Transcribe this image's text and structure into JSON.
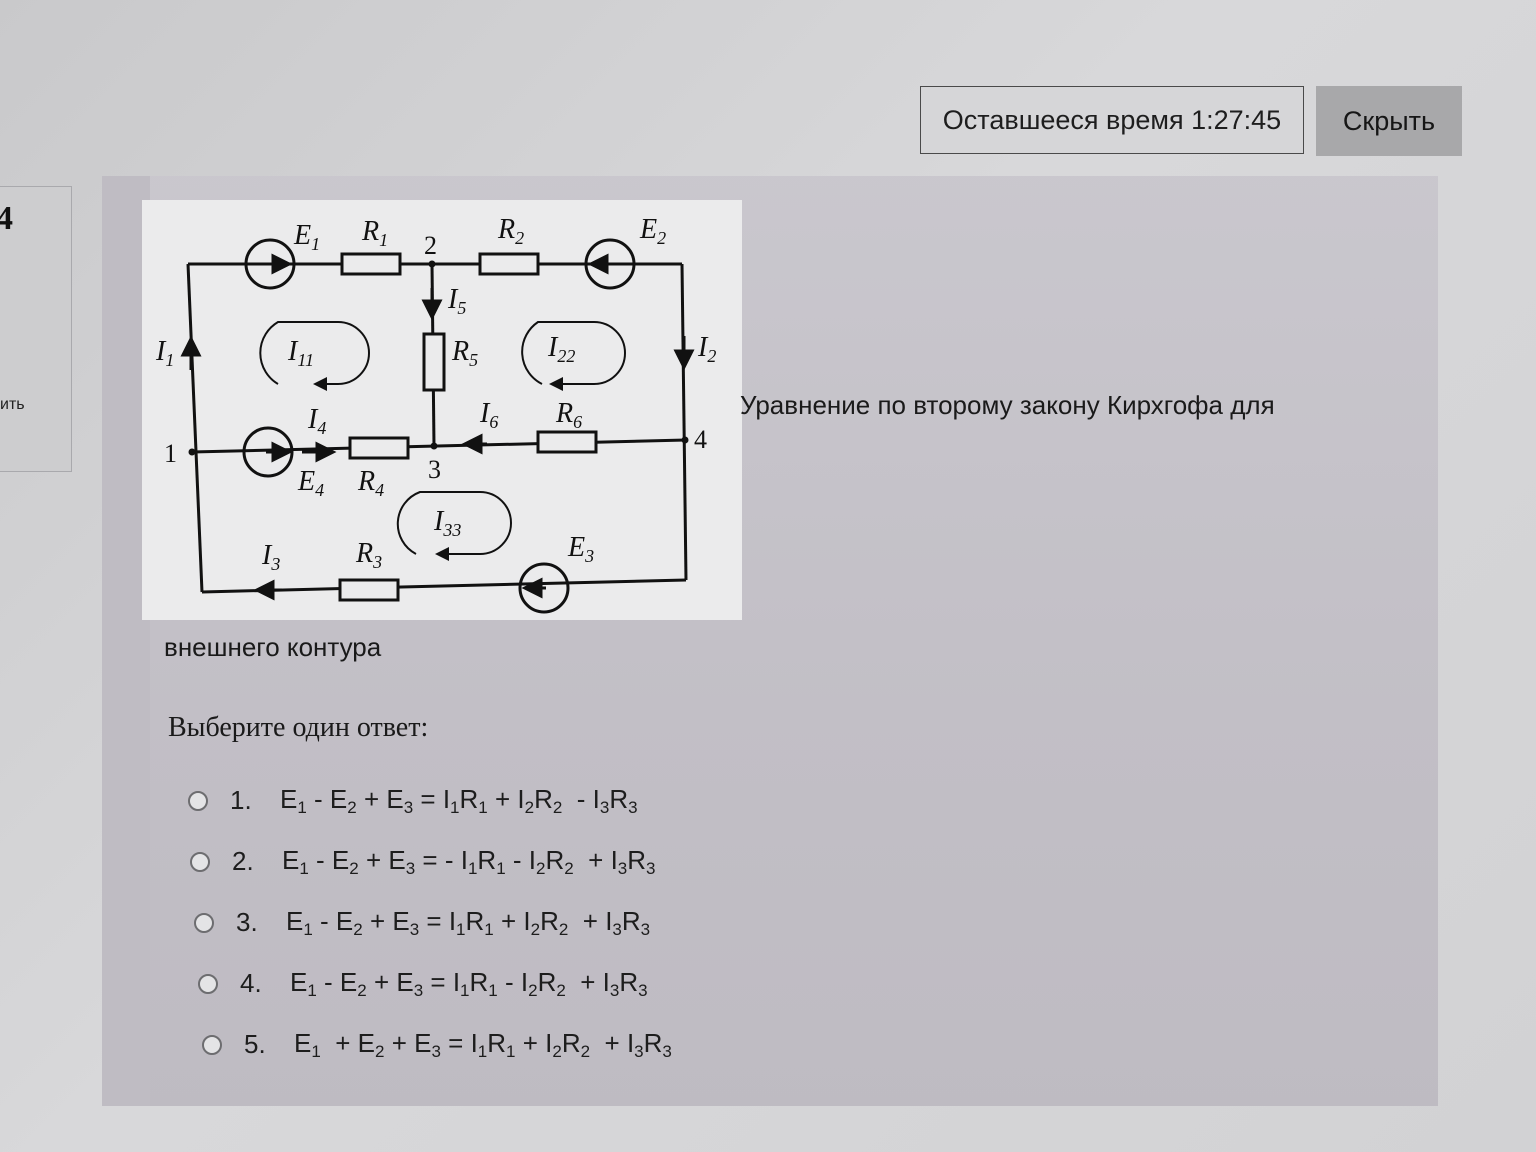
{
  "sidebar": {
    "question_number": "4",
    "link_fragment": "ить"
  },
  "timer": {
    "label": "Оставшееся время 1:27:45"
  },
  "hide_button": {
    "label": "Скрыть"
  },
  "question": {
    "text_part1": "Уравнение по второму закону Кирхгофа для",
    "text_part2": "внешнего контура",
    "prompt": "Выберите один ответ:",
    "circuit": {
      "labels": {
        "E1": "E",
        "E1_sub": "1",
        "R1": "R",
        "R1_sub": "1",
        "R2": "R",
        "R2_sub": "2",
        "E2": "E",
        "E2_sub": "2",
        "I5": "I",
        "I5_sub": "5",
        "R5": "R",
        "R5_sub": "5",
        "I1": "I",
        "I1_sub": "1",
        "I2": "I",
        "I2_sub": "2",
        "I11": "I",
        "I11_sub": "11",
        "I22": "I",
        "I22_sub": "22",
        "I33": "I",
        "I33_sub": "33",
        "I4": "I",
        "I4_sub": "4",
        "I6": "I",
        "I6_sub": "6",
        "R6": "R",
        "R6_sub": "6",
        "E4": "E",
        "E4_sub": "4",
        "R4": "R",
        "R4_sub": "4",
        "I3": "I",
        "I3_sub": "3",
        "R3": "R",
        "R3_sub": "3",
        "E3": "E",
        "E3_sub": "3",
        "node1": "1",
        "node2": "2",
        "node3": "3",
        "node4": "4"
      }
    },
    "answers": [
      {
        "num": "1.",
        "parts": [
          "E",
          "1",
          " - E",
          "2",
          " + E",
          "3",
          " = I",
          "1",
          "R",
          "1",
          " + I",
          "2",
          "R",
          "2",
          "  - I",
          "3",
          "R",
          "3"
        ]
      },
      {
        "num": "2.",
        "parts": [
          "E",
          "1",
          " - E",
          "2",
          " + E",
          "3",
          " = - I",
          "1",
          "R",
          "1",
          " - I",
          "2",
          "R",
          "2",
          "  + I",
          "3",
          "R",
          "3"
        ]
      },
      {
        "num": "3.",
        "parts": [
          "E",
          "1",
          " - E",
          "2",
          " + E",
          "3",
          " = I",
          "1",
          "R",
          "1",
          " + I",
          "2",
          "R",
          "2",
          "  + I",
          "3",
          "R",
          "3"
        ]
      },
      {
        "num": "4.",
        "parts": [
          "E",
          "1",
          " - E",
          "2",
          " + E",
          "3",
          " = I",
          "1",
          "R",
          "1",
          " - I",
          "2",
          "R",
          "2",
          "  + I",
          "3",
          "R",
          "3"
        ]
      },
      {
        "num": "5.",
        "parts": [
          "E",
          "1",
          "  + E",
          "2",
          " + E",
          "3",
          " = I",
          "1",
          "R",
          "1",
          " + I",
          "2",
          "R",
          "2",
          "  + I",
          "3",
          "R",
          "3"
        ]
      }
    ]
  }
}
